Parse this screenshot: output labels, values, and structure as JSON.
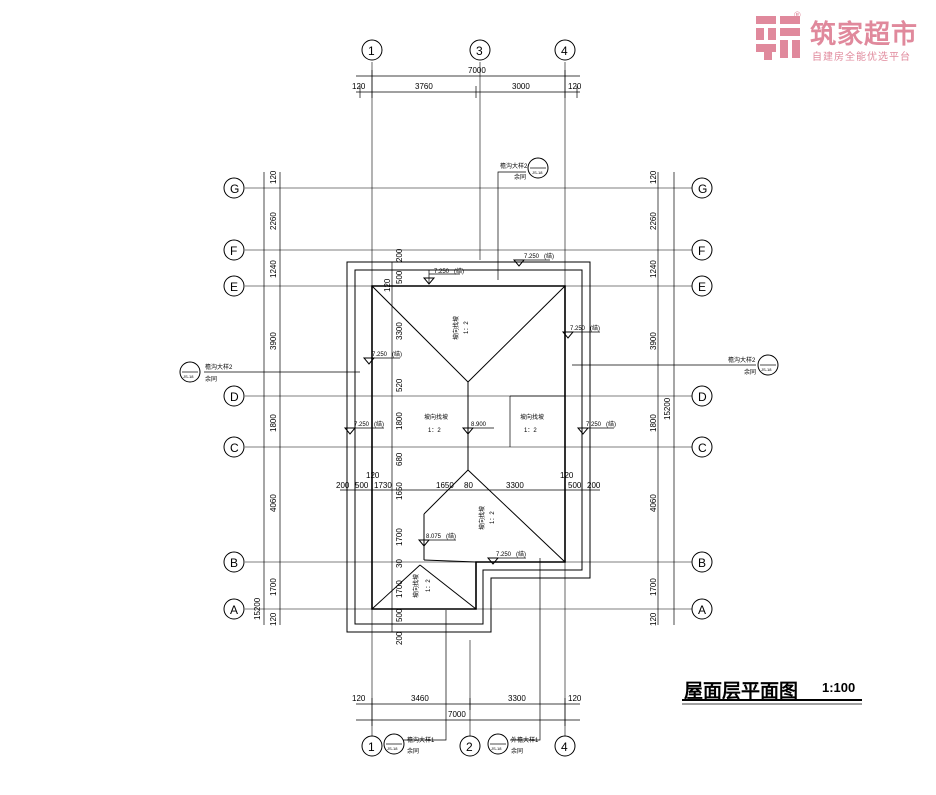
{
  "brand": {
    "name": "筑家超市",
    "tagline": "自建房全能优选平台",
    "registered_mark": "®",
    "color": "#e0899c"
  },
  "title": {
    "text": "屋面层平面图",
    "scale": "1:100"
  },
  "grid_labels": {
    "top": [
      "1",
      "3",
      "4"
    ],
    "bottom": [
      "1",
      "2",
      "4"
    ],
    "left": [
      "G",
      "F",
      "E",
      "D",
      "C",
      "B",
      "A"
    ],
    "right": [
      "G",
      "F",
      "E",
      "D",
      "C",
      "B",
      "A"
    ]
  },
  "dimensions": {
    "top_total": "7000",
    "top_segments": [
      "120",
      "3760",
      "3000",
      "120"
    ],
    "bottom_total": "7000",
    "bottom_segments": [
      "120",
      "3460",
      "3300",
      "120"
    ],
    "left_outer_total": "15200",
    "left_segments": [
      "120",
      "2260",
      "1240",
      "3900",
      "1800",
      "4060",
      "1700",
      "120"
    ],
    "right_outer_total": "15200",
    "right_segments": [
      "120",
      "2260",
      "1240",
      "3900",
      "1800",
      "4060",
      "1700",
      "120"
    ],
    "inner_left_column": [
      "200",
      "500",
      "120",
      "3300",
      "520",
      "1800",
      "680",
      "120",
      "1650",
      "1700",
      "30",
      "1700",
      "500",
      "200"
    ],
    "inner_row": [
      "200",
      "500",
      "1730",
      "1650",
      "80",
      "3300",
      "500",
      "200",
      "120",
      "120"
    ]
  },
  "elevations": {
    "e1": "7.250",
    "e2": "7.250",
    "e3": "7.250",
    "e4": "7.250",
    "e5": "7.250",
    "e6": "7.250",
    "e7": "7.250",
    "ridge": "8.900",
    "lower_ridge": "8.075",
    "suffix": "(结)"
  },
  "slope_labels": {
    "text": "坡向找坡",
    "ratio": "1：2"
  },
  "detail_refs": {
    "top": {
      "label": "檐沟大样2",
      "sub": "余同",
      "ref": "JS-18"
    },
    "left": {
      "label": "檐沟大样2",
      "sub": "余同",
      "ref": "JS-18"
    },
    "right": {
      "label": "檐沟大样2",
      "sub": "余同",
      "ref": "JS-18"
    },
    "bottom_1": {
      "label": "檐沟大样1",
      "sub": "余同",
      "ref": "JS-18"
    },
    "bottom_2": {
      "label": "外檐大样1",
      "sub": "余同",
      "ref": "JS-18"
    }
  }
}
